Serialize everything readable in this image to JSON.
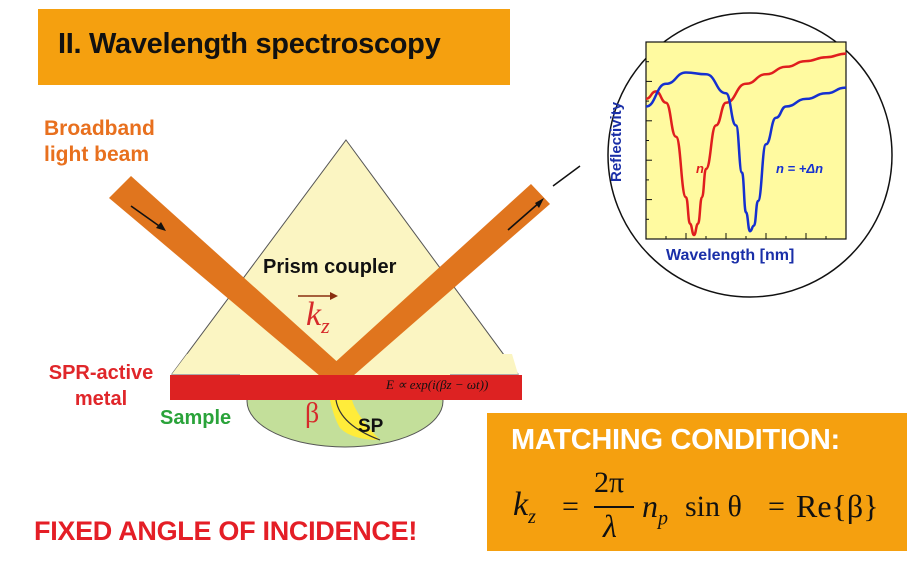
{
  "title": "II. Wavelength spectroscopy",
  "labels": {
    "beam_line1": "Broadband",
    "beam_line2": "light  beam",
    "prism": "Prism coupler",
    "kz": "k",
    "kz_sub": "z",
    "spr_line1": "SPR-active",
    "spr_line2": "metal",
    "sample": "Sample",
    "beta": "β",
    "sp": "SP",
    "field_eq": "E ∝ exp(i(βz − ωt))",
    "fixed_angle": "FIXED ANGLE OF INCIDENCE!"
  },
  "matching": {
    "title": "MATCHING CONDITION:",
    "lhs": "k",
    "lhs_sub": "z",
    "equals1": "=",
    "num": "2π",
    "den": "λ",
    "np": "n",
    "np_sub": "p",
    "sin": "sin θ",
    "equals2": "=",
    "re": "Re{β}"
  },
  "colors": {
    "orange_box": "#f5a00f",
    "beam": "#e0751e",
    "metal": "#dd2222",
    "prism": "#fbf5c2",
    "sample": "#c3df9a",
    "series_n": "#e01e1e",
    "series_dn": "#1530d0",
    "axis_text": "#1a2fa8",
    "plot_bg": "#fffaa0"
  },
  "chart_data": {
    "type": "line",
    "title": "",
    "xlabel": "Wavelength [nm]",
    "ylabel": "Reflectivity",
    "xlim": [
      0,
      100
    ],
    "ylim": [
      0,
      1
    ],
    "grid": false,
    "series": [
      {
        "name": "n",
        "x": [
          0,
          5,
          10,
          15,
          20,
          22,
          24,
          26,
          28,
          30,
          35,
          40,
          50,
          60,
          70,
          80,
          90,
          100
        ],
        "y": [
          0.72,
          0.76,
          0.7,
          0.52,
          0.2,
          0.06,
          0.0,
          0.06,
          0.2,
          0.35,
          0.58,
          0.7,
          0.8,
          0.85,
          0.89,
          0.92,
          0.94,
          0.96
        ]
      },
      {
        "name": "n = +Δn",
        "x": [
          0,
          10,
          20,
          30,
          40,
          45,
          48,
          50,
          52,
          54,
          56,
          60,
          65,
          70,
          80,
          90,
          100
        ],
        "y": [
          0.68,
          0.8,
          0.86,
          0.85,
          0.75,
          0.58,
          0.33,
          0.12,
          0.02,
          0.05,
          0.18,
          0.48,
          0.62,
          0.68,
          0.72,
          0.75,
          0.78
        ]
      }
    ]
  }
}
